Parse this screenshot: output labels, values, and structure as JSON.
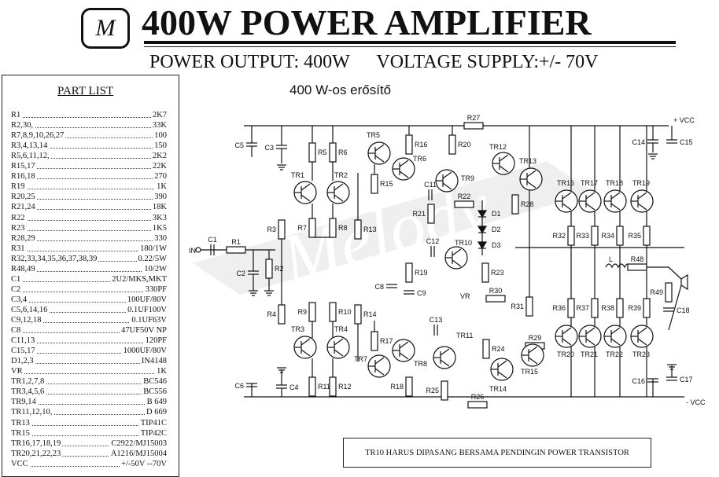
{
  "logo": {
    "letter": "M"
  },
  "title": "400W POWER AMPLIFIER",
  "subtitle": {
    "power_output": "POWER OUTPUT: 400W",
    "voltage_supply": "VOLTAGE SUPPLY:+/- 70V"
  },
  "caption": "400 W-os erősítő",
  "part_list": {
    "title": "PART LIST",
    "items": [
      {
        "ref": "R1",
        "value": "2K7"
      },
      {
        "ref": "R2,30,",
        "value": "33K"
      },
      {
        "ref": "R7,8,9,10,26,27",
        "value": "100"
      },
      {
        "ref": "R3,4,13,14",
        "value": "150"
      },
      {
        "ref": "R5,6,11,12,",
        "value": "2K2"
      },
      {
        "ref": "R15,17",
        "value": "22K"
      },
      {
        "ref": "R16,18",
        "value": "270"
      },
      {
        "ref": "R19",
        "value": "1K"
      },
      {
        "ref": "R20,25",
        "value": "390"
      },
      {
        "ref": "R21,24",
        "value": "18K"
      },
      {
        "ref": "R22",
        "value": "3K3"
      },
      {
        "ref": "R23",
        "value": "1K5"
      },
      {
        "ref": "R28,29",
        "value": "330"
      },
      {
        "ref": "R31",
        "value": "180/1W"
      },
      {
        "ref": "R32,33,34,35,36,37,38,39",
        "value": "0.22/5W"
      },
      {
        "ref": "R48,49",
        "value": "10/2W"
      },
      {
        "ref": "C1",
        "value": "2U2/MKS,MKT"
      },
      {
        "ref": "C2",
        "value": "330PF"
      },
      {
        "ref": "C3,4",
        "value": "100UF/80V"
      },
      {
        "ref": "C5,6,14,16",
        "value": "0.1UF100V"
      },
      {
        "ref": "C9,12,18",
        "value": "0.1UF63V"
      },
      {
        "ref": "C8",
        "value": "47UF50V NP"
      },
      {
        "ref": "C11,13",
        "value": "120PF"
      },
      {
        "ref": "C15,17",
        "value": "1000UF/80V"
      },
      {
        "ref": "D1,2,3",
        "value": "IN4148"
      },
      {
        "ref": "VR",
        "value": "1K"
      },
      {
        "ref": "TR1,2,7,8",
        "value": "BC546"
      },
      {
        "ref": "TR3,4,5,6",
        "value": "BC556"
      },
      {
        "ref": "TR9,14",
        "value": "B 649"
      },
      {
        "ref": "TR11,12,10,",
        "value": "D 669"
      },
      {
        "ref": "TR13",
        "value": "TIP41C"
      },
      {
        "ref": "TR15",
        "value": "TIP42C"
      },
      {
        "ref": "TR16,17,18,19",
        "value": "C2922/MJ15003"
      },
      {
        "ref": "TR20,21,22,23",
        "value": "A1216/MJ15004"
      },
      {
        "ref": "VCC",
        "value": "+/-50V --70V"
      }
    ]
  },
  "schematic_labels": {
    "TR1": "TR1",
    "TR2": "TR2",
    "TR3": "TR3",
    "TR4": "TR4",
    "TR5": "TR5",
    "TR6": "TR6",
    "TR7": "TR7",
    "TR8": "TR8",
    "TR9": "TR9",
    "TR10": "TR10",
    "TR11": "TR11",
    "TR12": "TR12",
    "TR13": "TR13",
    "TR14": "TR14",
    "TR15": "TR15",
    "TR16": "TR16",
    "TR17": "TR17",
    "TR18": "TR18",
    "TR19": "TR19",
    "TR20": "TR20",
    "TR21": "TR21",
    "TR22": "TR22",
    "TR23": "TR23",
    "R1": "R1",
    "R2": "R2",
    "R3": "R3",
    "R4": "R4",
    "R5": "R5",
    "R6": "R6",
    "R7": "R7",
    "R8": "R8",
    "R9": "R9",
    "R10": "R10",
    "R11": "R11",
    "R12": "R12",
    "R13": "R13",
    "R14": "R14",
    "R15": "R15",
    "R16": "R16",
    "R17": "R17",
    "R18": "R18",
    "R19": "R19",
    "R20": "R20",
    "R21": "R21",
    "R22": "R22",
    "R23": "R23",
    "R24": "R24",
    "R25": "R25",
    "R26": "R26",
    "R27": "R27",
    "R28": "R28",
    "R29": "R29",
    "R30": "R30",
    "R31": "R31",
    "R32": "R32",
    "R33": "R33",
    "R34": "R34",
    "R35": "R35",
    "R36": "R36",
    "R37": "R37",
    "R38": "R38",
    "R39": "R39",
    "R48": "R48",
    "R49": "R49",
    "C1": "C1",
    "C2": "C2",
    "C3": "C3",
    "C4": "C4",
    "C5": "C5",
    "C6": "C6",
    "C8": "C8",
    "C9": "C9",
    "C11": "C11",
    "C12": "C12",
    "C13": "C13",
    "C14": "C14",
    "C15": "C15",
    "C16": "C16",
    "C17": "C17",
    "C18": "C18",
    "D1": "D1",
    "D2": "D2",
    "D3": "D3",
    "VR": "VR",
    "L": "L",
    "IN": "IN",
    "VCC_POS": "+ VCC",
    "VCC_NEG": "- VCC"
  },
  "watermark": "Melody",
  "note": "TR10 HARUS DIPASANG BERSAMA PENDINGIN POWER TRANSISTOR"
}
